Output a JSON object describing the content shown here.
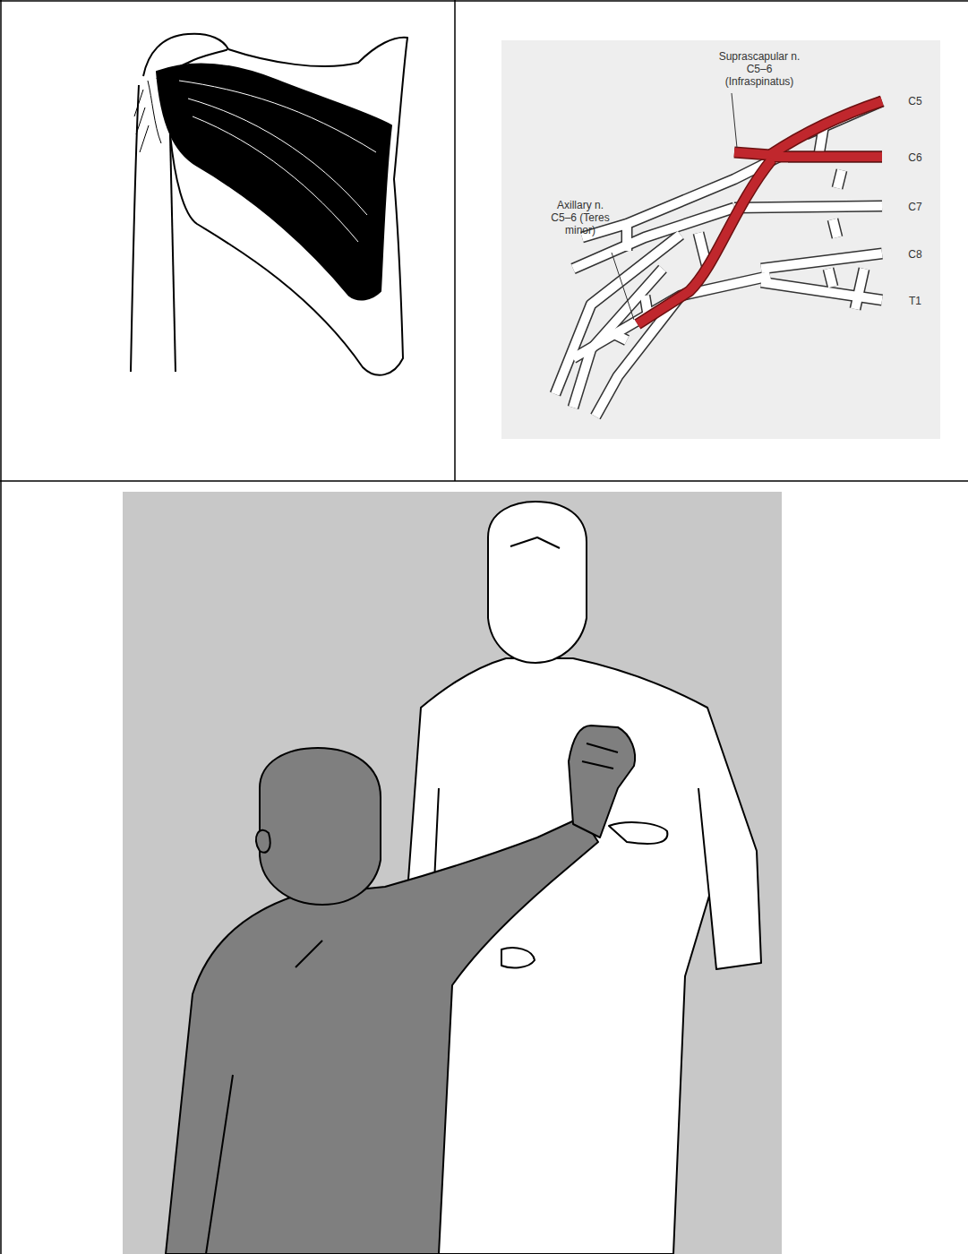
{
  "diagram": {
    "labels": [
      "Suprascapular n. C5–6 (Infraspinatus)",
      "C5",
      "C6",
      "Axillary n. C5–6 (Teres minor)",
      "C7",
      "C8",
      "T1"
    ]
  }
}
